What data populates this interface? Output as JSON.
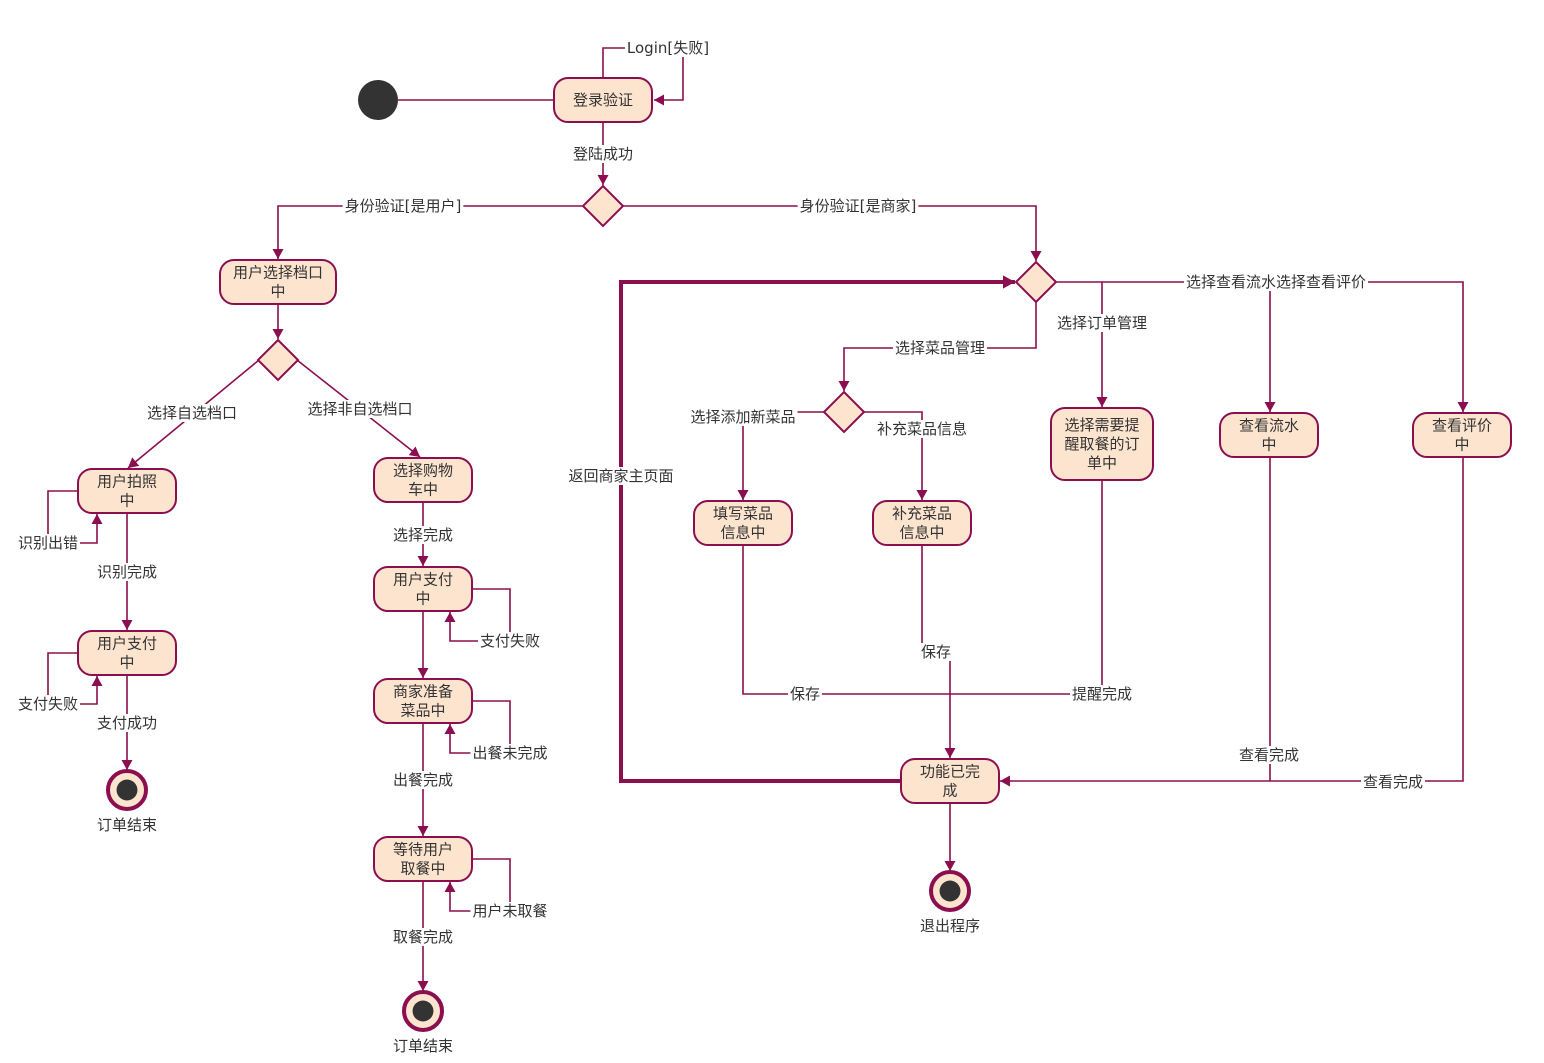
{
  "diagram": {
    "type": "uml-activity-diagram",
    "colors": {
      "line": "#8b0e4f",
      "node_fill": "#fde4cf",
      "node_stroke": "#8b0e4f",
      "start_fill": "#333333",
      "text": "#333333"
    },
    "nodes": {
      "start": {
        "kind": "initial"
      },
      "login": {
        "kind": "action",
        "lines": [
          "登录验证"
        ]
      },
      "d_identity": {
        "kind": "decision"
      },
      "user_select_stall": {
        "kind": "action",
        "lines": [
          "用户选择档口",
          "中"
        ]
      },
      "d_stall": {
        "kind": "decision"
      },
      "user_photo": {
        "kind": "action",
        "lines": [
          "用户拍照",
          "中"
        ]
      },
      "user_pay_a": {
        "kind": "action",
        "lines": [
          "用户支付",
          "中"
        ]
      },
      "end_a": {
        "kind": "final",
        "label": "订单结束"
      },
      "select_cart": {
        "kind": "action",
        "lines": [
          "选择购物",
          "车中"
        ]
      },
      "user_pay_b": {
        "kind": "action",
        "lines": [
          "用户支付",
          "中"
        ]
      },
      "merchant_prepare": {
        "kind": "action",
        "lines": [
          "商家准备",
          "菜品中"
        ]
      },
      "wait_pickup": {
        "kind": "action",
        "lines": [
          "等待用户",
          "取餐中"
        ]
      },
      "end_b": {
        "kind": "final",
        "label": "订单结束"
      },
      "d_merchant": {
        "kind": "decision"
      },
      "d_dish": {
        "kind": "decision"
      },
      "fill_dish": {
        "kind": "action",
        "lines": [
          "填写菜品",
          "信息中"
        ]
      },
      "supplement_dish": {
        "kind": "action",
        "lines": [
          "补充菜品",
          "信息中"
        ]
      },
      "select_remind": {
        "kind": "action",
        "lines": [
          "选择需要提",
          "醒取餐的订",
          "单中"
        ]
      },
      "view_flow": {
        "kind": "action",
        "lines": [
          "查看流水",
          "中"
        ]
      },
      "view_review": {
        "kind": "action",
        "lines": [
          "查看评价",
          "中"
        ]
      },
      "function_done": {
        "kind": "action",
        "lines": [
          "功能已完",
          "成"
        ]
      },
      "end_c": {
        "kind": "final",
        "label": "退出程序"
      }
    },
    "edge_labels": {
      "login_fail": "Login[失败]",
      "login_success": "登陆成功",
      "is_user": "身份验证[是用户]",
      "is_merchant": "身份验证[是商家]",
      "self_stall": "选择自选档口",
      "non_self_stall": "选择非自选档口",
      "recog_error": "识别出错",
      "recog_done": "识别完成",
      "pay_fail_a": "支付失败",
      "pay_success": "支付成功",
      "select_done": "选择完成",
      "pay_fail_b": "支付失败",
      "meal_not_done": "出餐未完成",
      "meal_done": "出餐完成",
      "not_picked": "用户未取餐",
      "pickup_done": "取餐完成",
      "dish_mgmt": "选择菜品管理",
      "order_mgmt": "选择订单管理",
      "view_flow_review": "选择查看流水选择查看评价",
      "add_new_dish": "选择添加新菜品",
      "supplement_info": "补充菜品信息",
      "save_a": "保存",
      "save_b": "保存",
      "remind_done": "提醒完成",
      "view_done_a": "查看完成",
      "view_done_b": "查看完成",
      "back_home": "返回商家主页面"
    }
  }
}
